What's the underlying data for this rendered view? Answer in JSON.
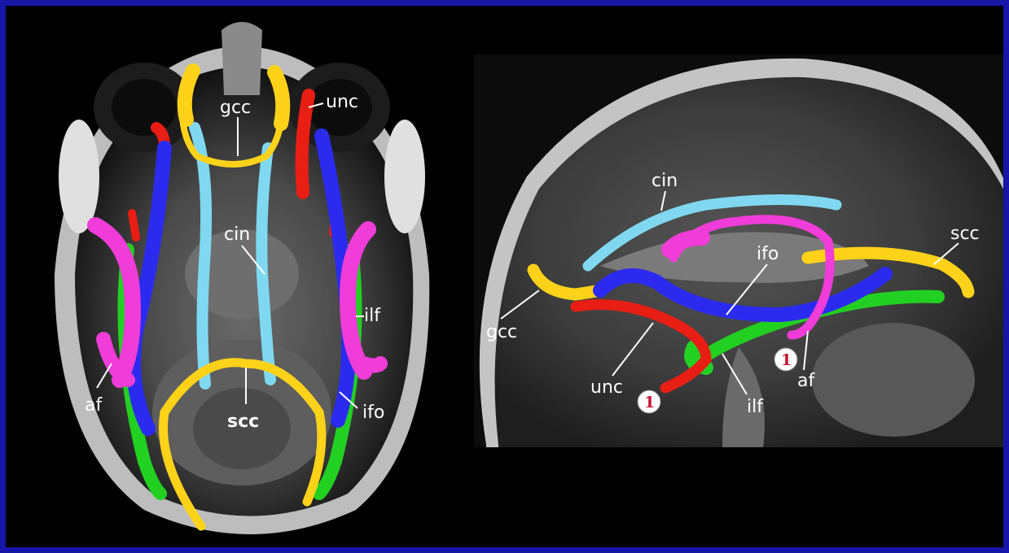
{
  "axial": {
    "labels": {
      "gcc": "gcc",
      "unc": "unc",
      "cin": "cin",
      "ilf": "ilf",
      "af": "af",
      "scc": "scc",
      "ifo": "ifo"
    }
  },
  "sagittal": {
    "labels": {
      "cin": "cin",
      "scc": "scc",
      "ifo": "ifo",
      "gcc": "gcc",
      "unc": "unc",
      "ilf": "ilf",
      "af": "af"
    },
    "badges": [
      "1",
      "1"
    ]
  },
  "colors": {
    "border": "#1515a8",
    "gcc_scc": "#ffd21a",
    "unc": "#e81e14",
    "cin": "#7fd8f0",
    "ifo": "#2b2bf0",
    "ilf": "#22d022",
    "af": "#f03cd8"
  }
}
